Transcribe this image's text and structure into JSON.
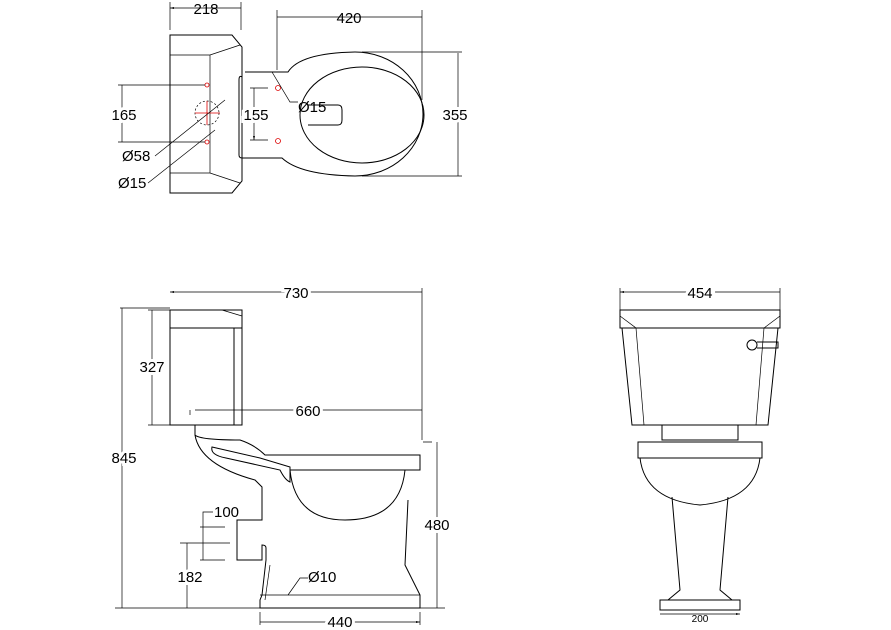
{
  "top_view": {
    "cistern_depth": "218",
    "bowl_length": "420",
    "bowl_width": "355",
    "cistern_hole_spacing": "165",
    "pan_hole_spacing": "155",
    "pan_hole_diameter": "Ø15",
    "inlet_diameter": "Ø58",
    "cistern_hole_diameter": "Ø15"
  },
  "side_view": {
    "overall_length": "730",
    "cistern_height": "327",
    "wall_to_front": "660",
    "overall_height": "845",
    "seat_height": "480",
    "outlet_diameter": "100",
    "outlet_height": "182",
    "fixing_hole_diameter": "Ø10",
    "base_length": "440"
  },
  "front_view": {
    "overall_width": "454",
    "base_width": "200"
  }
}
